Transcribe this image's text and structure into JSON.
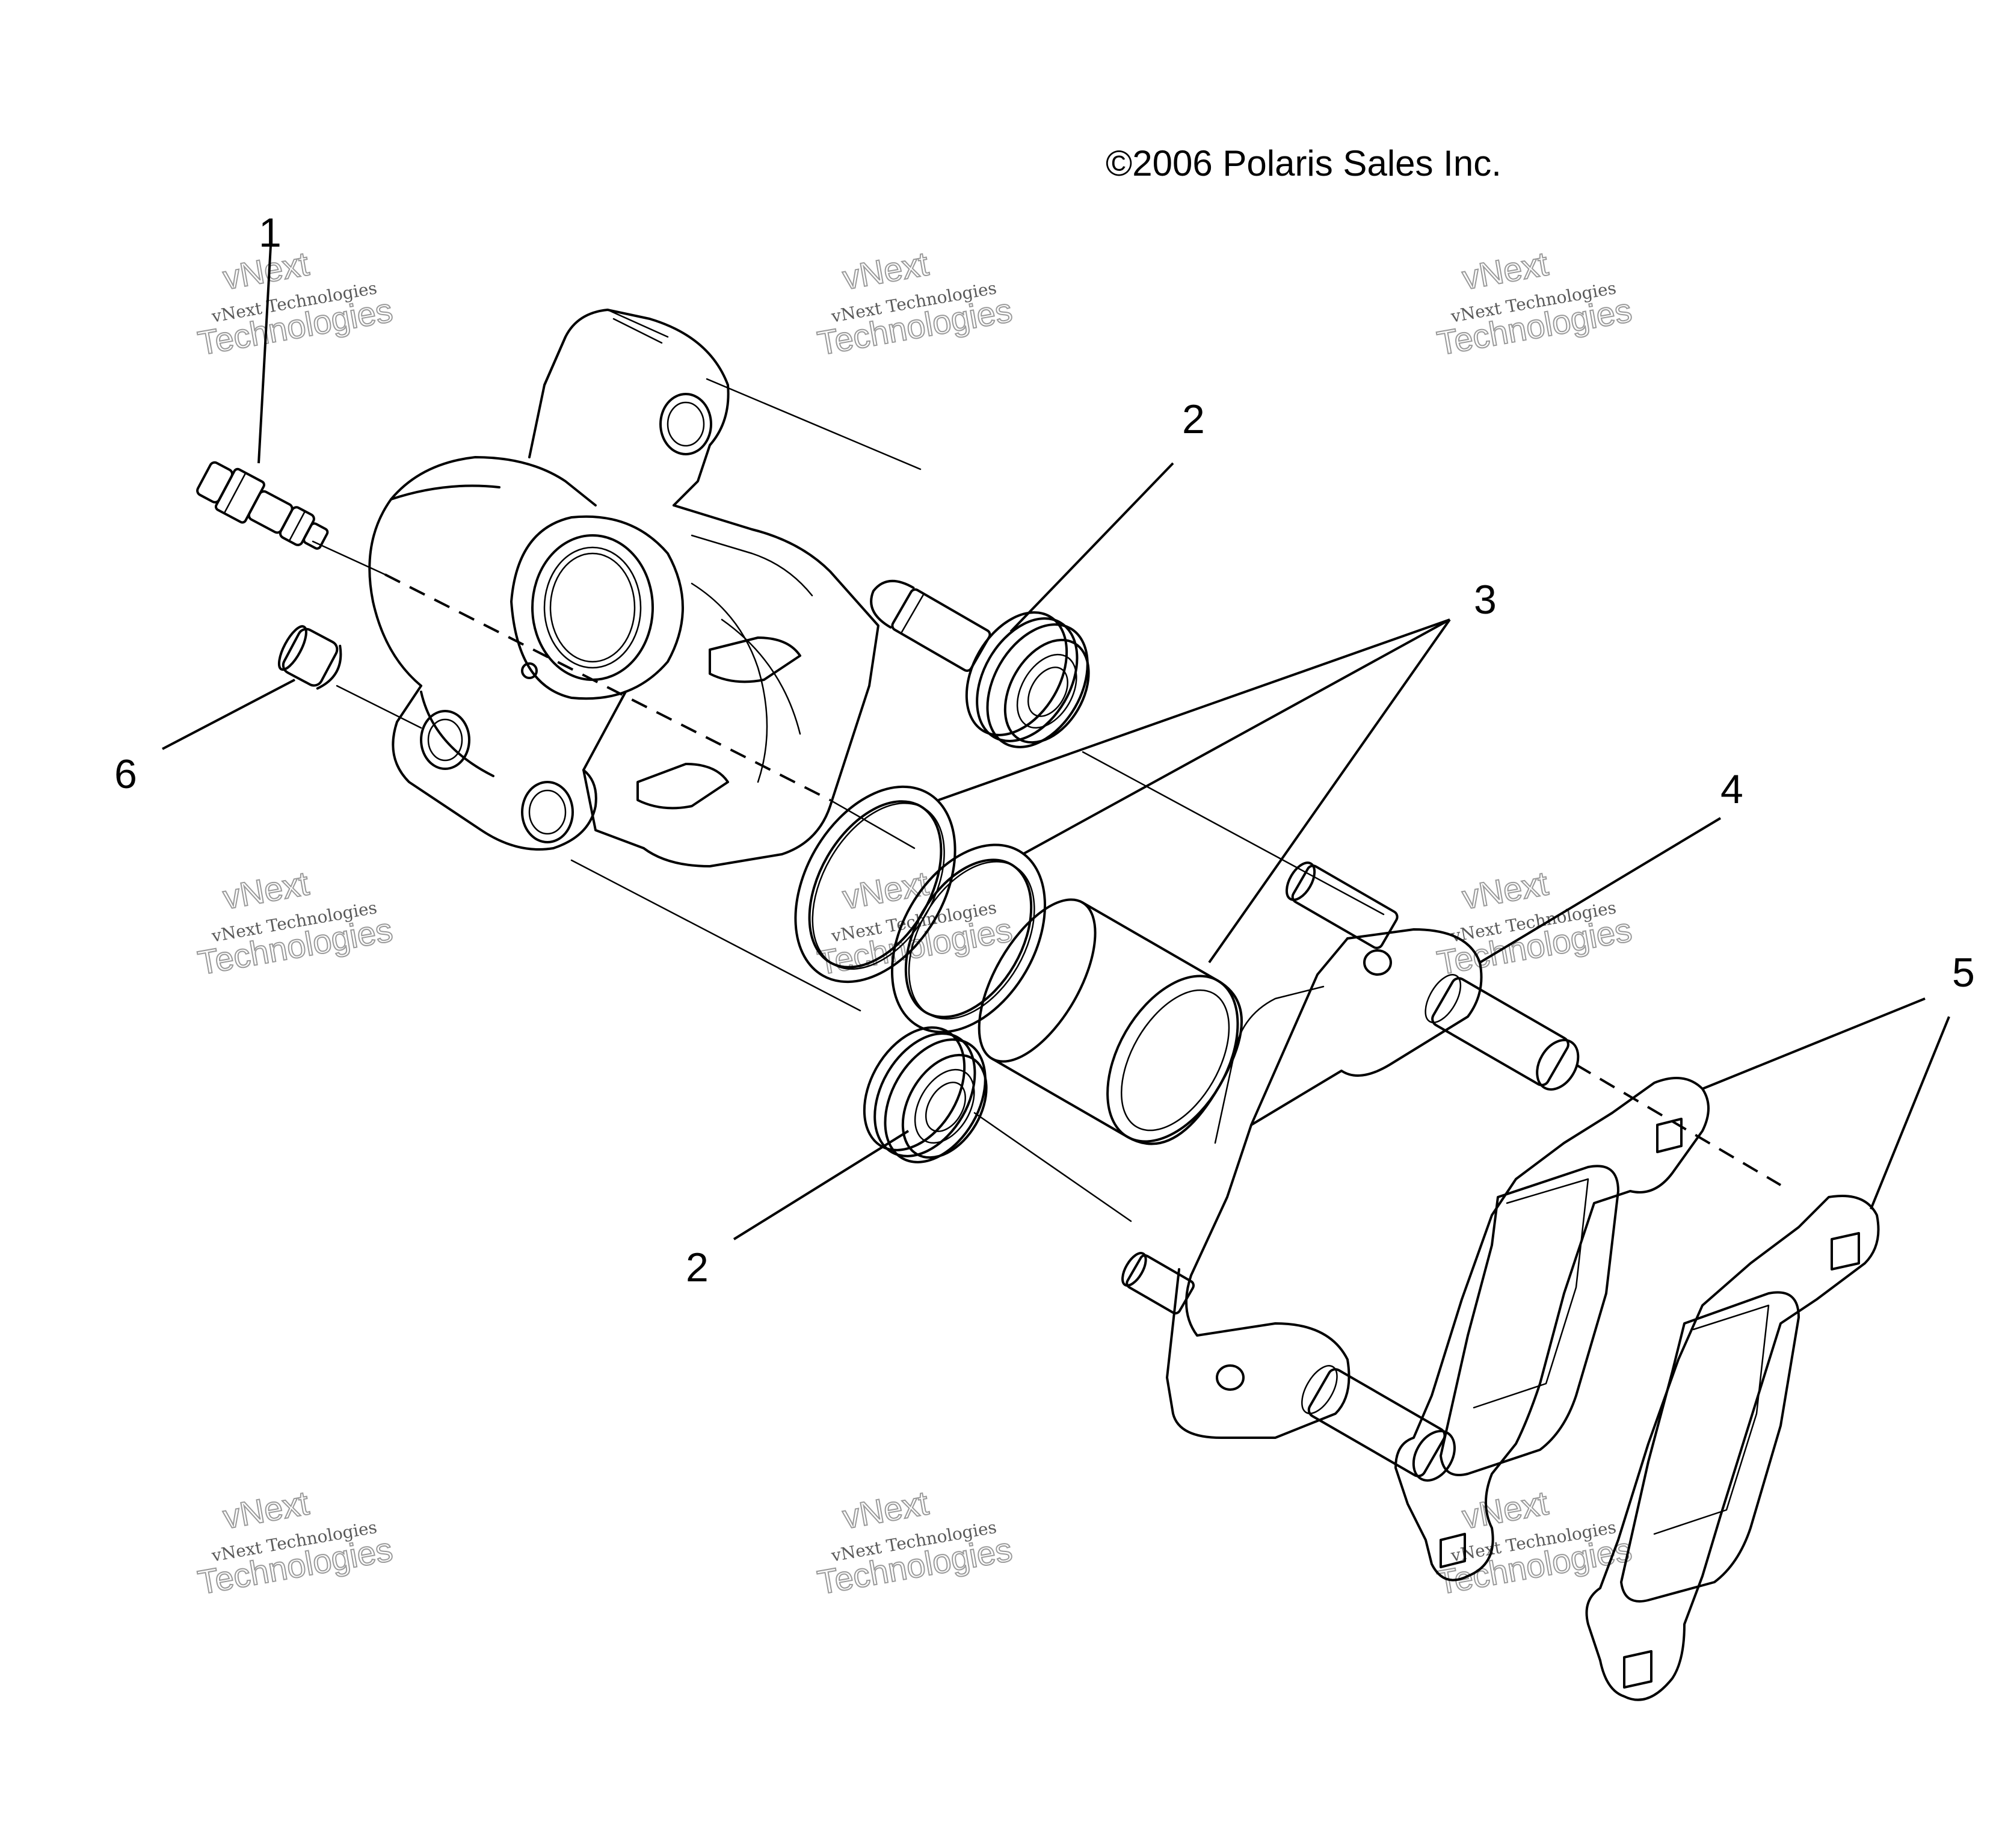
{
  "copyright": "©2006 Polaris Sales Inc.",
  "callouts": [
    {
      "id": "c1",
      "label": "1"
    },
    {
      "id": "c2a",
      "label": "2"
    },
    {
      "id": "c3",
      "label": "3"
    },
    {
      "id": "c4",
      "label": "4"
    },
    {
      "id": "c5",
      "label": "5"
    },
    {
      "id": "c6",
      "label": "6"
    },
    {
      "id": "c2b",
      "label": "2"
    }
  ],
  "watermark": {
    "line1": "vNext Technologies",
    "line2": "vNext",
    "line3": "Technologies"
  }
}
